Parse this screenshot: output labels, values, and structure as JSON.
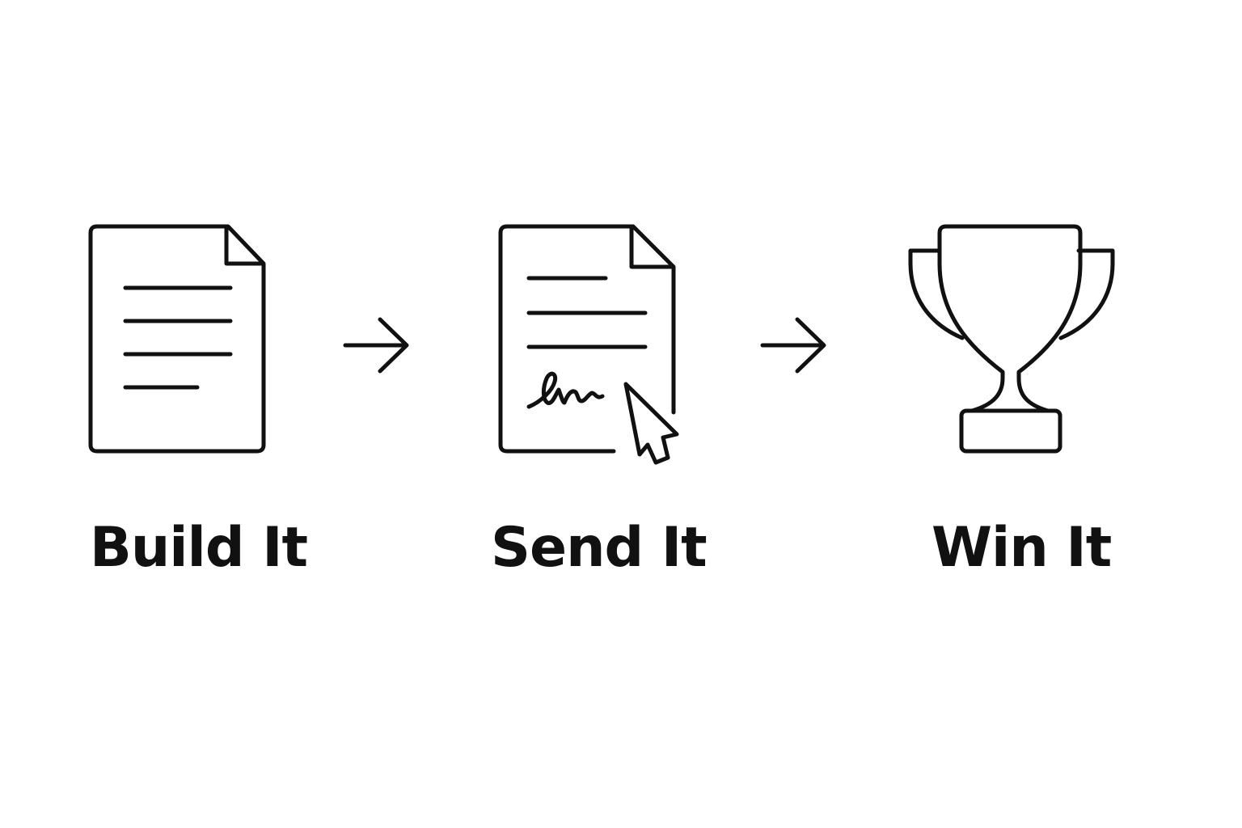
{
  "colors": {
    "background": "#ffffff",
    "stroke": "#111111",
    "text": "#111111"
  },
  "steps": [
    {
      "label": "Build It",
      "icon": "document-icon"
    },
    {
      "label": "Send It",
      "icon": "signed-document-with-cursor-icon"
    },
    {
      "label": "Win It",
      "icon": "trophy-icon"
    }
  ],
  "connectors": [
    "right-arrow-icon",
    "right-arrow-icon"
  ]
}
